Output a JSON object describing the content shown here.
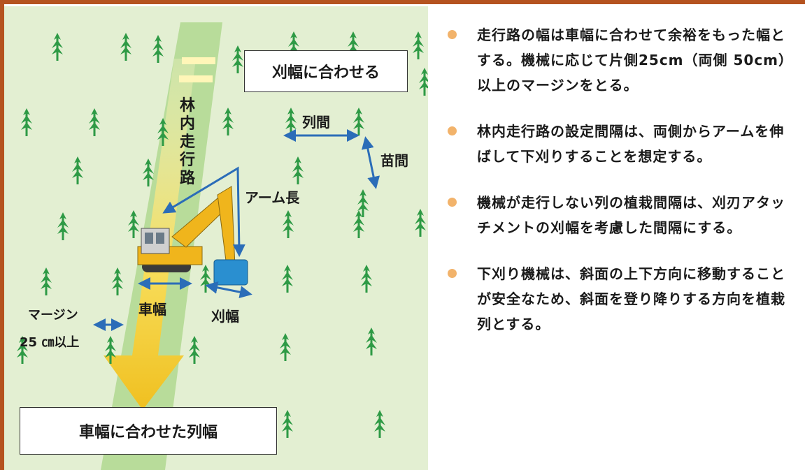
{
  "diagram": {
    "box_top": "刈幅に合わせる",
    "box_bottom": "車幅に合わせた列幅",
    "road_label": "林内走行路",
    "row_gap_label": "列間",
    "seedling_gap_label": "苗間",
    "arm_label": "アーム長",
    "vehicle_width_label": "車幅",
    "cut_width_label": "刈幅",
    "margin_label_1": "マージン",
    "margin_label_2": "25 ㎝以上"
  },
  "bullets": [
    "走行路の幅は車幅に合わせて余裕をもった幅とする。機械に応じて片側25cm（両側 50cm）以上のマージンをとる。",
    "林内走行路の設定間隔は、両側からアームを伸ばして下刈りすることを想定する。",
    "機械が走行しない列の植栽間隔は、刈刃アタッチメントの刈幅を考慮した間隔にする。",
    "下刈り機械は、斜面の上下方向に移動することが安全なため、斜面を登り降りする方向を植栽列とする。"
  ],
  "colors": {
    "frame": "#b5531f",
    "background": "#e3efd2",
    "road": "#b8dc9a",
    "seedling": "#2e9a45",
    "arrow": "#2b6db8",
    "bullet": "#f2b36b",
    "machine": "#f0b51c",
    "attachment": "#2a8fd0"
  }
}
